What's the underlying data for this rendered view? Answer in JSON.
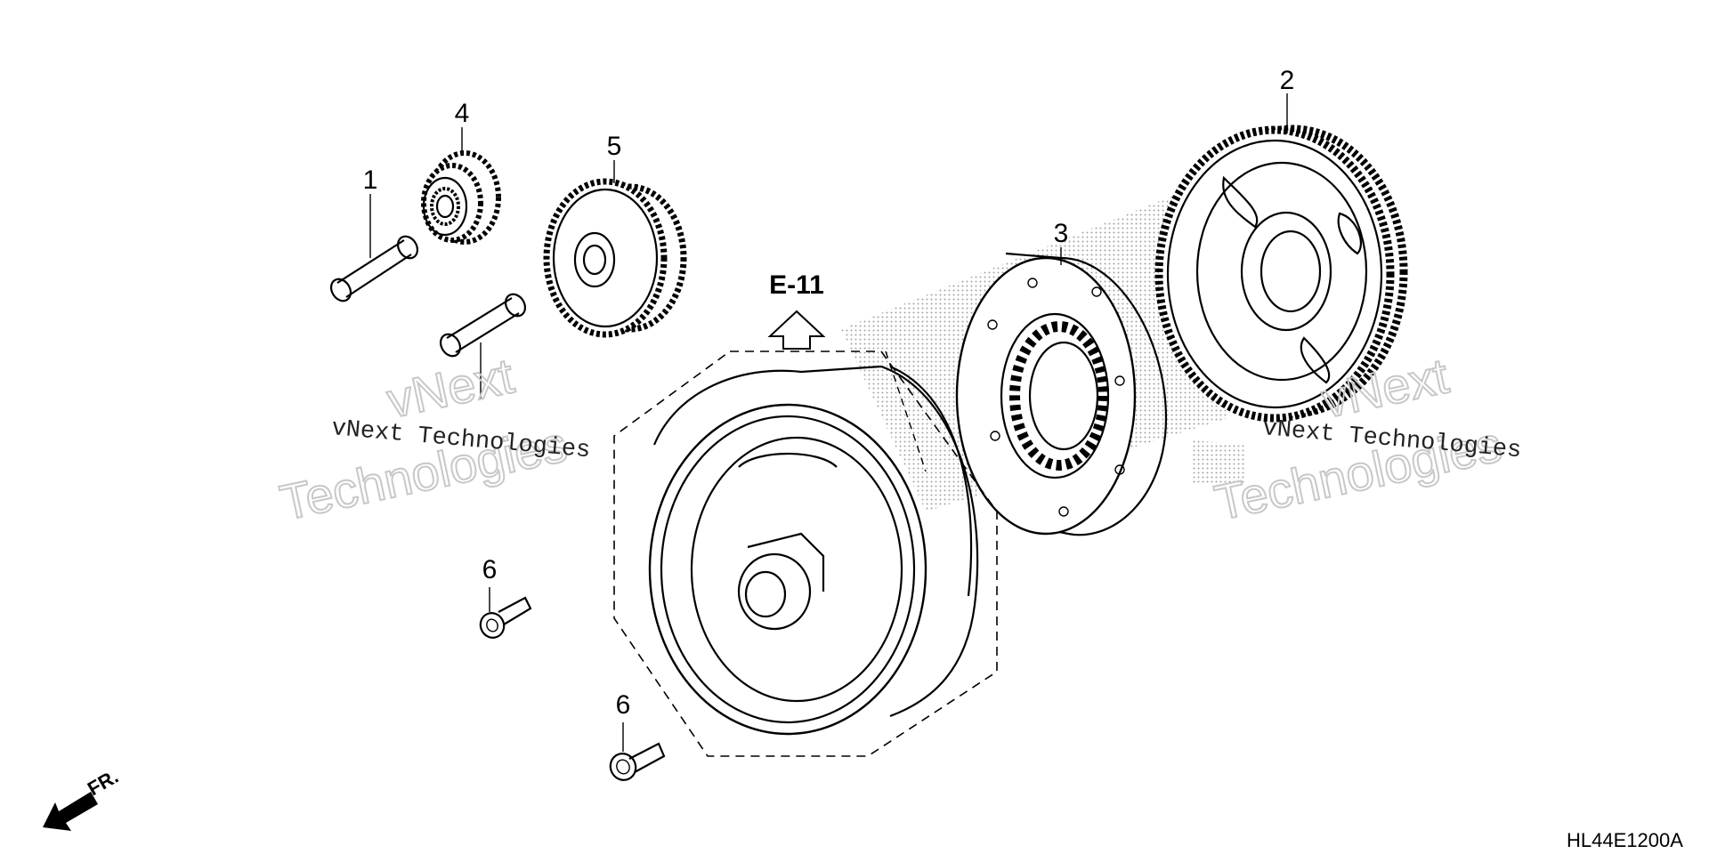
{
  "callouts": {
    "part_1": "1",
    "part_2": "2",
    "part_3": "3",
    "part_4": "4",
    "part_5": "5",
    "part_6a": "6",
    "part_6b": "6"
  },
  "reference_label": "E-11",
  "front_label": "FR.",
  "diagram_code": "HL44E1200A",
  "watermark": {
    "line1": "vNext Technologies",
    "line2_a": "vNext",
    "line2_b": "Technologies"
  },
  "colors": {
    "ink": "#000000",
    "background": "#ffffff",
    "watermark_outline": "#c8c8c8"
  },
  "icons": [
    "front-direction-arrow-icon",
    "up-arrow-icon"
  ]
}
